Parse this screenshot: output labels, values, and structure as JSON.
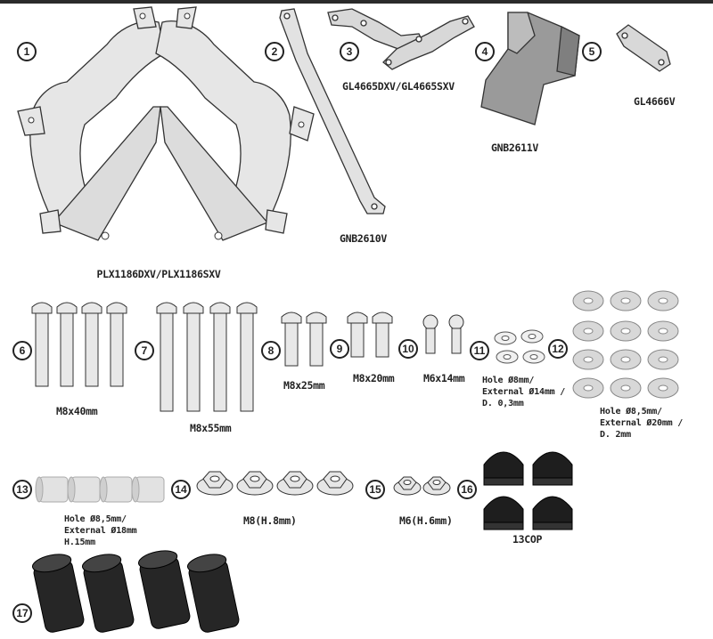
{
  "sheet": {
    "callouts": [
      "1",
      "2",
      "3",
      "4",
      "5",
      "6",
      "7",
      "8",
      "9",
      "10",
      "11",
      "12",
      "13",
      "14",
      "15",
      "16",
      "17"
    ],
    "parts": {
      "p1": "PLX1186DXV/PLX1186SXV",
      "p2": "GNB2610V",
      "p3": "GL4665DXV/GL4665SXV",
      "p4": "GNB2611V",
      "p5": "GL4666V",
      "p6": "M8x40mm",
      "p7": "M8x55mm",
      "p8": "M8x25mm",
      "p9": "M8x20mm",
      "p10": "M6x14mm",
      "p11": [
        "Hole Ø8mm/",
        "External Ø14mm /",
        "D. 0,3mm"
      ],
      "p12": [
        "Hole Ø8,5mm/",
        "External Ø20mm /",
        "D. 2mm"
      ],
      "p13": [
        "Hole Ø8,5mm/",
        "External Ø18mm",
        "H.15mm"
      ],
      "p14": "M8(H.8mm)",
      "p15": "M6(H.6mm)",
      "p16": "13COP"
    }
  },
  "colors": {
    "line": "#333333",
    "metal": "#e4e4e4",
    "metal_dark": "#bdbdbd",
    "plastic": "#1e1e1e",
    "washer": "#d4d4d4"
  }
}
